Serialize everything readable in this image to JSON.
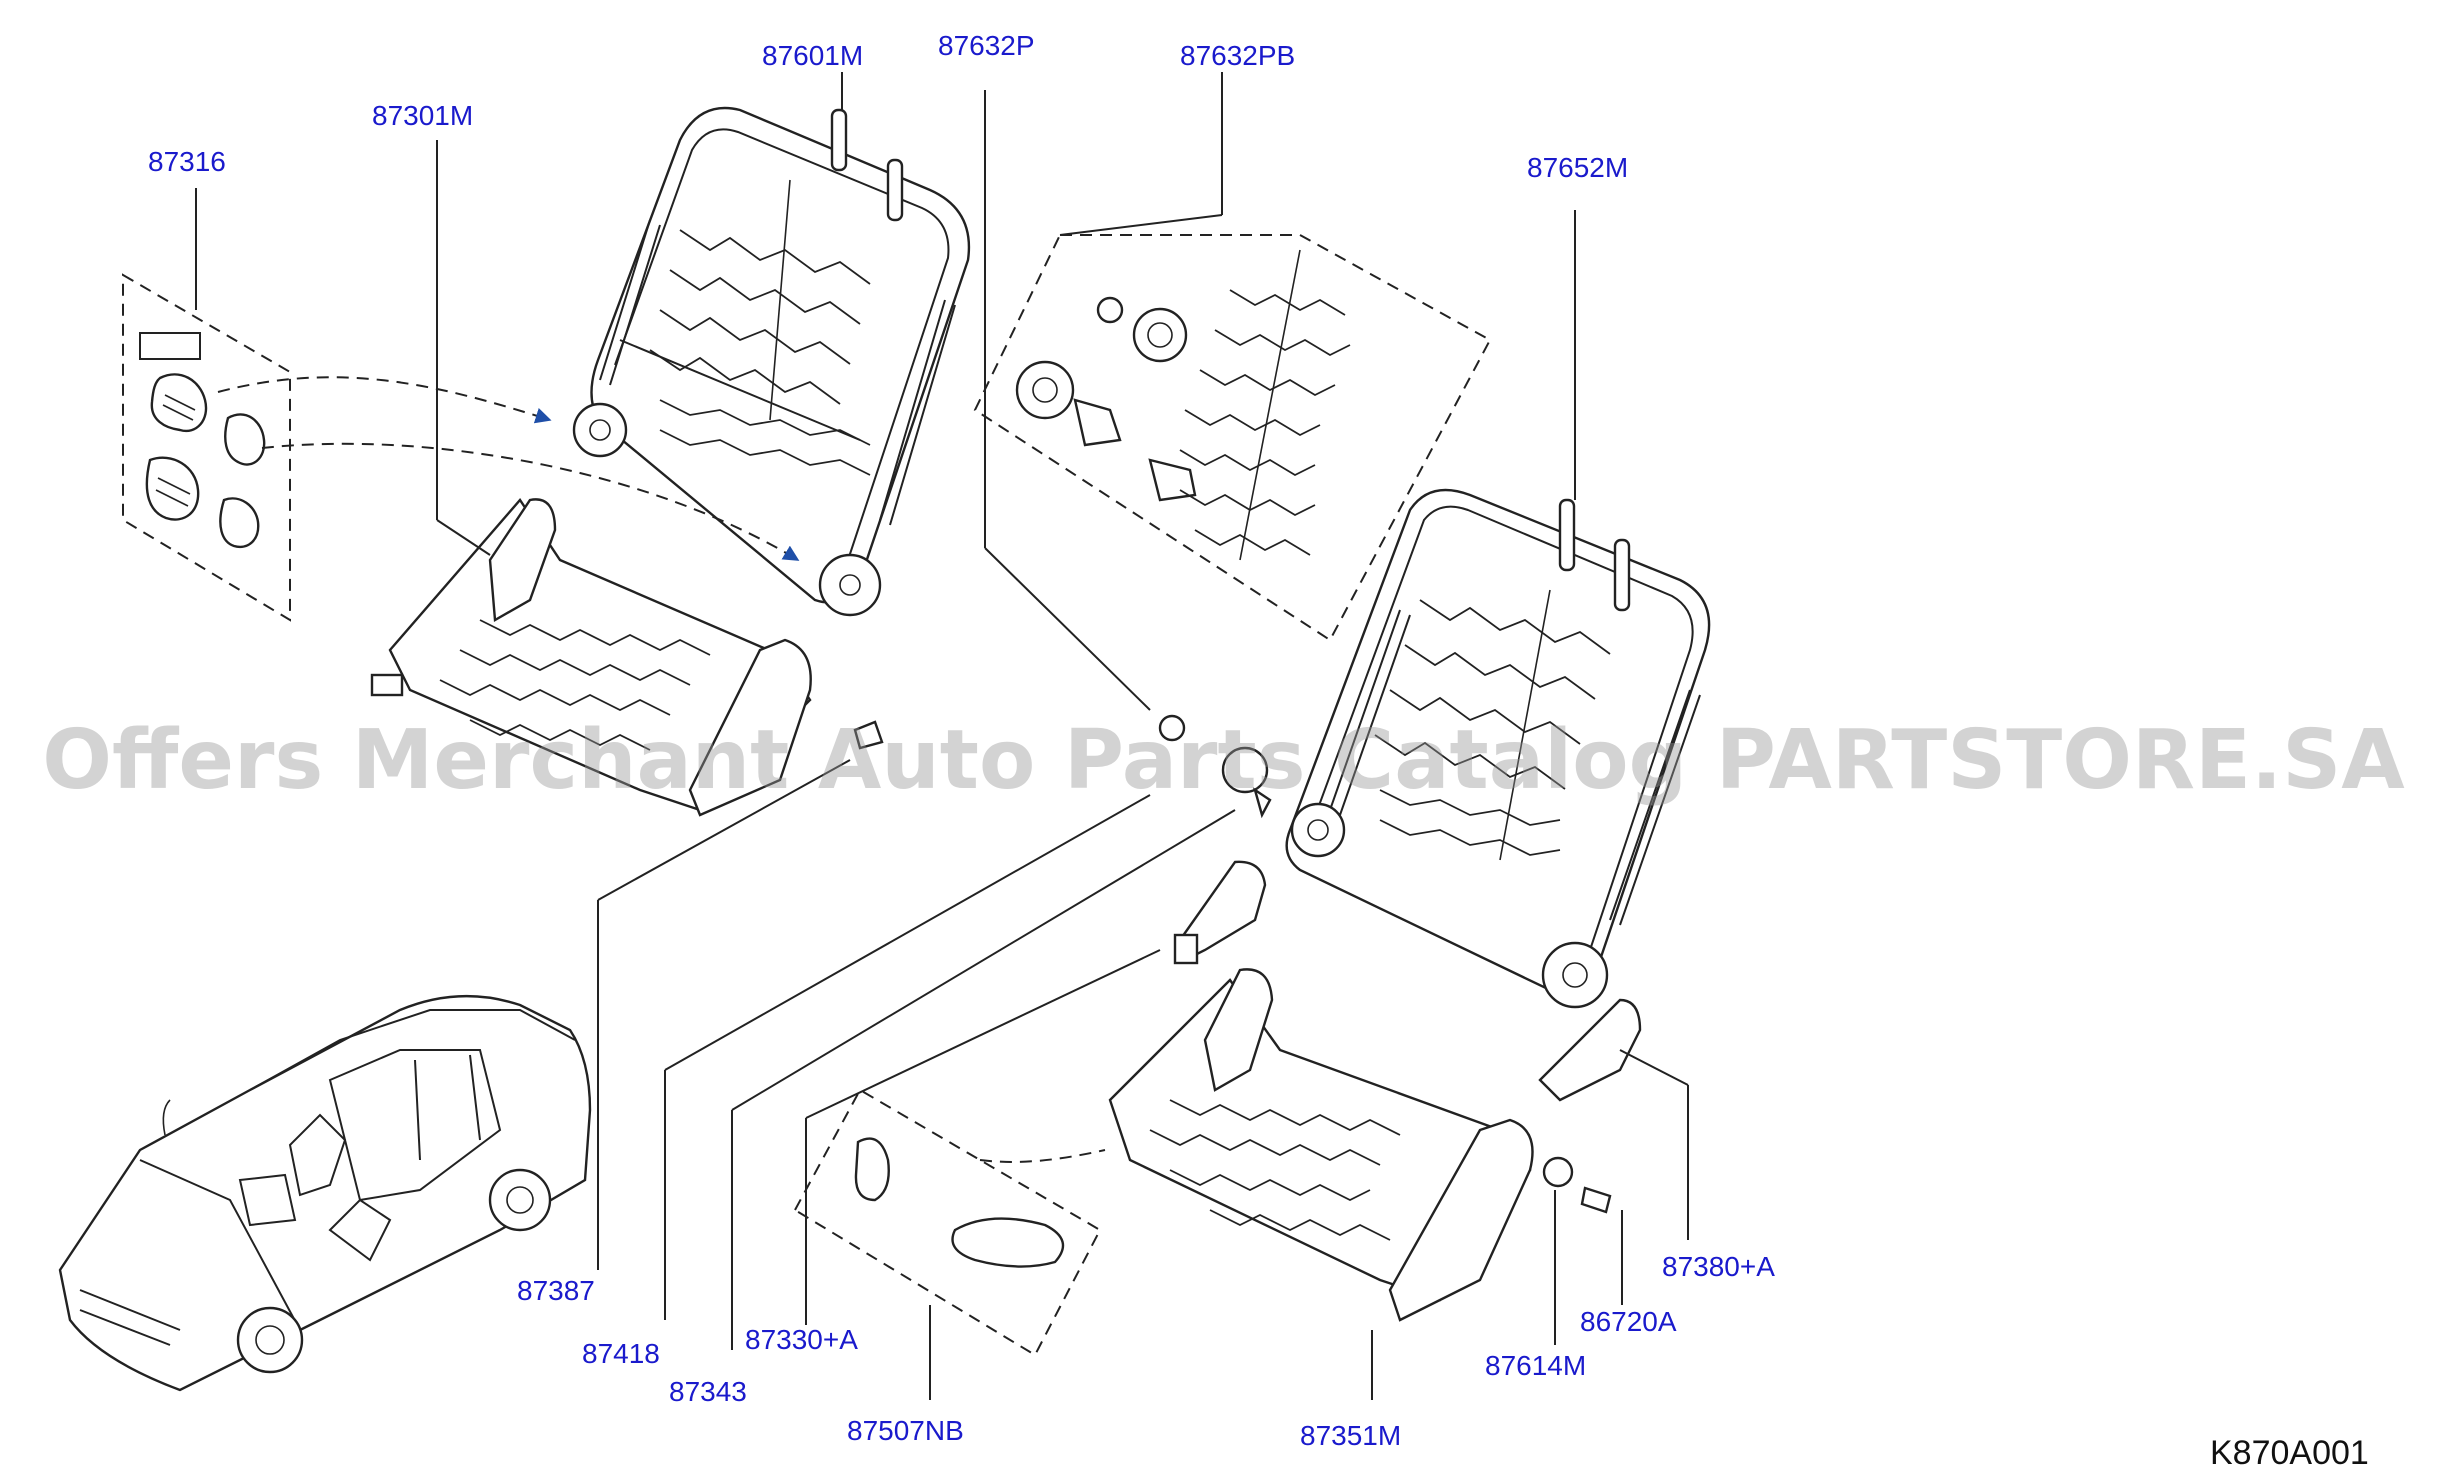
{
  "labels": {
    "p87316": "87316",
    "p87301M": "87301M",
    "p87601M": "87601M",
    "p87632P": "87632P",
    "p87632PB": "87632PB",
    "p87652M": "87652M",
    "p87387": "87387",
    "p87418": "87418",
    "p87343": "87343",
    "p87330A": "87330+A",
    "p87507NB": "87507NB",
    "p87351M": "87351M",
    "p87614M": "87614M",
    "p86720A": "86720A",
    "p87380A": "87380+A"
  },
  "diagram_code": "K870A001",
  "watermark": "Offers Merchant Auto Parts Catalog PARTSTORE.SA",
  "colors": {
    "label": "#1a1acc",
    "line": "#222222",
    "arrow": "#1f4fa8",
    "watermark": "#969696"
  }
}
